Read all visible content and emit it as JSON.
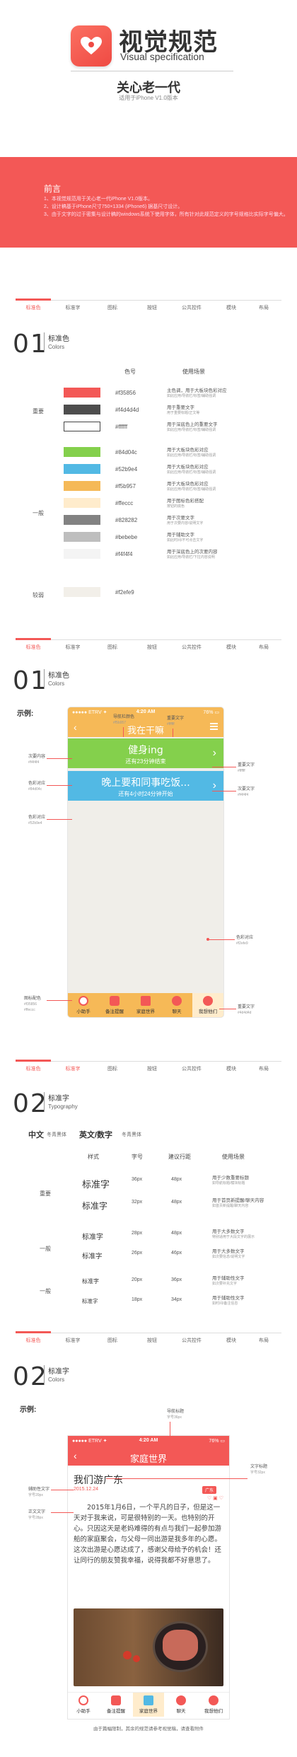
{
  "header": {
    "title_cn": "视觉规范",
    "title_en": "Visual specification",
    "app_name": "关心老一代",
    "app_sub": "适用于iPhone V1.0版本"
  },
  "preface": {
    "title": "前言",
    "lines": [
      "1、本视觉规范用于关心老一代iPhone V1.0版本。",
      "2、设计稿基于iPhone尺寸750×1334 (iPhone6) 据基尺寸设计。",
      "3、由于文字的过于密集与设计稿的windows系统下使用字体，所有针对此规范定义的字号规格比实际字号偏大。"
    ]
  },
  "nav": {
    "items": [
      "标准色",
      "标准字",
      "图标",
      "按钮",
      "公共控件",
      "模块",
      "布局"
    ]
  },
  "section_colors": {
    "num": "01",
    "cn": "标准色",
    "en": "Colors",
    "col_hex": "色号",
    "col_usage": "使用场景",
    "groups": [
      "重要",
      "一般",
      "较弱"
    ],
    "rows": [
      {
        "hex": "#f35856",
        "color": "#f35856",
        "usage": "主色调，用于大板块色彩对应",
        "note": "如此应用/导航栏/标签/辅助强调"
      },
      {
        "hex": "#f4d4d4d",
        "color": "#4d4d4d",
        "usage": "用于重要文字",
        "note": "用于重要标题/正文等"
      },
      {
        "hex": "#ffffff",
        "color": "#ffffff",
        "usage": "用于深底色上的重要文字",
        "note": "如此应用/导航栏/标签/辅助强调"
      },
      {
        "hex": "#84d04c",
        "color": "#84d04c",
        "usage": "用于大板块色彩对应",
        "note": "如此应用/导航栏/标签/辅助强调"
      },
      {
        "hex": "#52b9e4",
        "color": "#52b9e4",
        "usage": "用于大板块色彩对应",
        "note": "如此应用/导航栏/标签/辅助强调"
      },
      {
        "hex": "#f5b957",
        "color": "#f5b957",
        "usage": "用于大板块色彩对应",
        "note": "如此应用/导航栏/标签/辅助强调"
      },
      {
        "hex": "#ffeccc",
        "color": "#ffeccc",
        "usage": "用于图标色彩搭配",
        "note": "按钮的底色"
      },
      {
        "hex": "#828282",
        "color": "#828282",
        "usage": "用于次要文字",
        "note": "用于次要内容/说明文字"
      },
      {
        "hex": "#bebebe",
        "color": "#bebebe",
        "usage": "用于辅助文字",
        "note": "如此时间/不可点击文字"
      },
      {
        "hex": "#f4f4f4",
        "color": "#f4f4f4",
        "usage": "用于深底色上的次要内容",
        "note": "如此应用/导航栏/下拉内容说明"
      },
      {
        "hex": "#f2efe9",
        "color": "#f2efe9",
        "usage": "",
        "note": ""
      }
    ]
  },
  "section_colors_example": {
    "num": "01",
    "cn": "标准色",
    "en": "Colors",
    "label": "示例:",
    "statusbar_left": "●●●●● ETRV ✦",
    "statusbar_time": "4:20 AM",
    "statusbar_right": "76% ▭",
    "nav_title": "我在干嘛",
    "card1_title": "健身ing",
    "card1_sub": "还有23分钟结束",
    "card2_title": "晚上要和同事吃饭...",
    "card2_sub": "还有4小时24分钟开始",
    "tabs": [
      "小助手",
      "备注提醒",
      "家庭世界",
      "聊天",
      "我想他们"
    ],
    "annotations": {
      "nav_color": "导航栏颜色",
      "nav_color_hex": "#f5b957",
      "important_text": "重要文字",
      "important_text_hex": "#ffffff",
      "secondary_content": "次要内容",
      "secondary_content_hex": "#f4f4f4",
      "color_fill1": "色彩对应",
      "color_fill1_hex": "#84d04c",
      "important_text2": "重要文字",
      "important_text2_hex": "#ffffff",
      "secondary_text": "次要文字",
      "secondary_text_hex": "#f4f4f4",
      "color_fill2": "色彩对应",
      "color_fill2_hex": "#52b9e4",
      "bg_color": "色彩对应",
      "bg_color_hex": "#f2efe9",
      "icon_color": "图标配色",
      "icon_color_hex1": "#f35856",
      "icon_color_hex2": "#ffeccc",
      "important_text3": "重要文字",
      "important_text3_hex": "#4d4d4d"
    }
  },
  "section_type": {
    "num": "02",
    "cn": "标准字",
    "en": "Typography",
    "cn_font": "中文",
    "cn_font_name": "冬青黑体",
    "en_font": "英文/数字",
    "en_font_name": "冬青黑体",
    "headers": [
      "样式",
      "字号",
      "建议行距",
      "使用场景"
    ],
    "groups": [
      "重要",
      "一般",
      "一般"
    ],
    "rows": [
      {
        "sample": "标准字",
        "size": "36px",
        "lh": "48px",
        "usage": "用于少数重要标题",
        "note": "如导航标题/模块标题"
      },
      {
        "sample": "标准字",
        "size": "32px",
        "lh": "48px",
        "usage": "用于首页新提醒/聊天内容",
        "note": "如首页新提醒/聊天内容"
      },
      {
        "sample": "标准字",
        "size": "28px",
        "lh": "48px",
        "usage": "用于大多数文字",
        "note": "特别适用于大段文字的展示"
      },
      {
        "sample": "标准字",
        "size": "26px",
        "lh": "46px",
        "usage": "用于大多数文字",
        "note": "如次要信息/说明文字"
      },
      {
        "sample": "标准字",
        "size": "20px",
        "lh": "36px",
        "usage": "用于辅助性文字",
        "note": "如次要补充文字"
      },
      {
        "sample": "标准字",
        "size": "18px",
        "lh": "34px",
        "usage": "用于辅助性文字",
        "note": "如时间/备注信息"
      }
    ]
  },
  "section_type_example": {
    "num": "02",
    "cn": "标准字",
    "en": "Colors",
    "label": "示例:",
    "nav_title": "家庭世界",
    "article_title": "我们游广东",
    "article_date": "2015.12.24",
    "article_tag": "广东",
    "article_body": "2015年1月6日，一个平凡的日子，但是这一天对于我来说，可是很特别的一天。也特别的开心。只因这天是老妈难得的有点与我们一起参加游船的家庭聚会，与父母一同出游是我多年的心愿。这次出游是心愿达成了，感谢父母给予的机会！还让同行的朋友赞我幸福，说得我都不好意思了。",
    "tabs": [
      "小助手",
      "备注提醒",
      "家庭世界",
      "聊天",
      "我想他们"
    ],
    "caption": "由于篇幅限制，其余的规范请参考视觉稿，请查看附件",
    "annotations": {
      "nav_title": "导航标题",
      "nav_title_size": "字号36px",
      "text_title": "文字标题",
      "text_title_size": "字号32px",
      "aux_text": "辅助性文字",
      "aux_text_size": "字号20px",
      "body_text": "正文文字",
      "body_text_size": "字号28px"
    }
  }
}
